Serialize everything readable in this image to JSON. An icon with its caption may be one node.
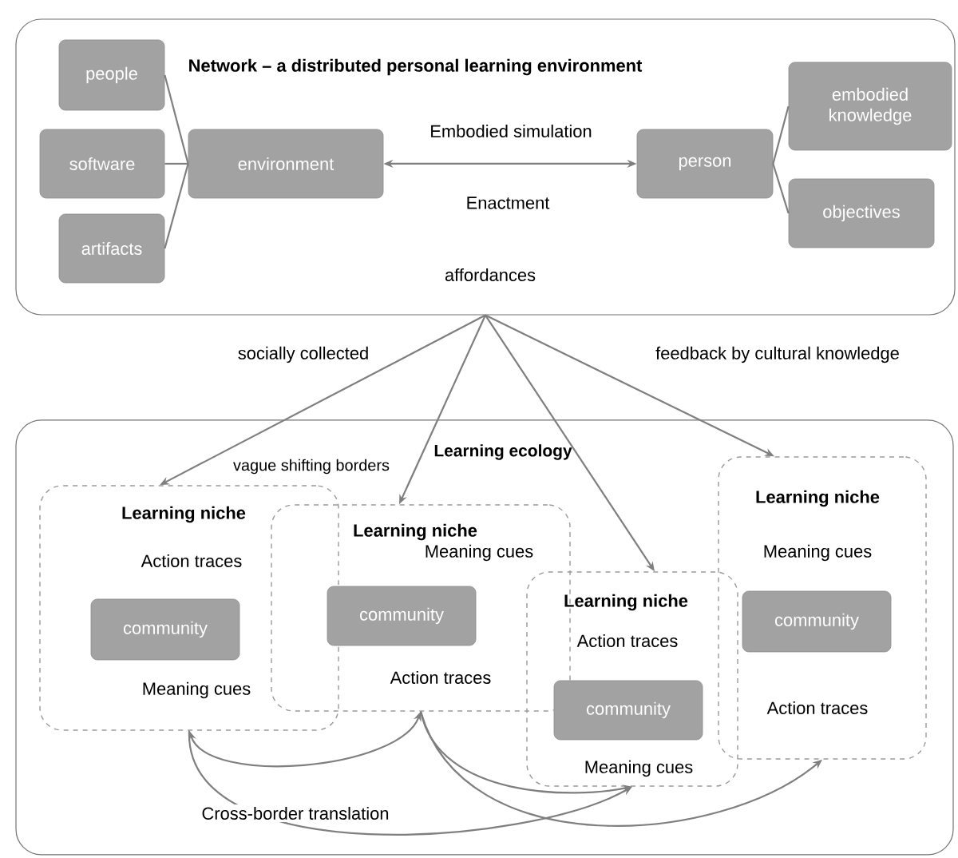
{
  "diagram": {
    "nodes": [
      {
        "text": [
          "Network – a distributed personal learning environment",
          "affordances"
        ]
      },
      {
        "text": [
          "people"
        ],
        "in": 0
      },
      {
        "text": [
          "software"
        ],
        "in": 0
      },
      {
        "text": [
          "artifacts"
        ],
        "in": 0
      },
      {
        "text": [
          "environment"
        ],
        "in": 0
      },
      {
        "text": [
          "person"
        ],
        "in": 0
      },
      {
        "text": [
          "embodied knowledge"
        ],
        "in": 0
      },
      {
        "text": [
          "objectives"
        ],
        "in": 0
      },
      {
        "text": [
          "Learning ecology"
        ]
      },
      {
        "text": [
          "Learning niche",
          "Action traces",
          "Meaning cues"
        ],
        "in": 8
      },
      {
        "text": [
          "community"
        ],
        "in": 9
      },
      {
        "text": [
          "Learning niche",
          "Meaning cues",
          "Action traces"
        ],
        "in": 8
      },
      {
        "text": [
          "community"
        ],
        "in": 11
      },
      {
        "text": [
          "Learning niche",
          "Action traces",
          "Meaning cues"
        ],
        "in": 8
      },
      {
        "text": [
          "community"
        ],
        "in": 13
      },
      {
        "text": [
          "Learning niche",
          "Meaning cues",
          "Action traces"
        ],
        "in": 8
      },
      {
        "text": [
          "community"
        ],
        "in": 15
      }
    ],
    "edges": [
      {
        "from": 1,
        "to": 4,
        "arrow": "none"
      },
      {
        "from": 2,
        "to": 4,
        "arrow": "none"
      },
      {
        "from": 3,
        "to": 4,
        "arrow": "none"
      },
      {
        "from": 4,
        "to": 5,
        "arrow": "both",
        "label": "Embodied simulation"
      },
      {
        "from": 5,
        "to": 6,
        "arrow": "none"
      },
      {
        "from": 5,
        "to": 7,
        "arrow": "none"
      },
      {
        "from": 0,
        "to": 9,
        "arrow": "to"
      },
      {
        "from": 0,
        "to": 11,
        "arrow": "to"
      },
      {
        "from": 0,
        "to": 13,
        "arrow": "to"
      },
      {
        "from": 0,
        "to": 15,
        "arrow": "to"
      },
      {
        "from": 9,
        "to": 11,
        "arrow": "both"
      },
      {
        "from": 9,
        "to": 13,
        "arrow": "to",
        "label": "Cross-border translation"
      },
      {
        "from": 11,
        "to": 13,
        "arrow": "to"
      },
      {
        "from": 11,
        "to": 15,
        "arrow": "to"
      }
    ],
    "labels": [
      "Enactment",
      "socially collected",
      "feedback by cultural knowledge",
      "vague shifting borders"
    ]
  }
}
